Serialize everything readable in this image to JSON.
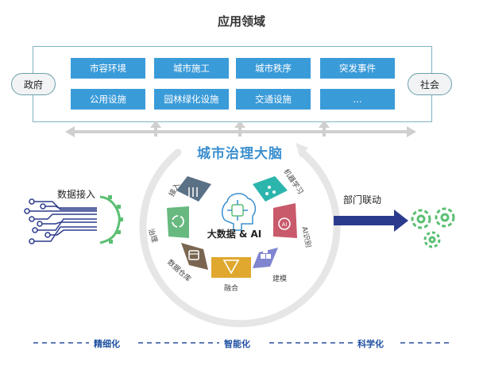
{
  "title": "应用领域",
  "left_pill": "政府",
  "right_pill": "社会",
  "tiles": [
    "市容环境",
    "城市施工",
    "城市秩序",
    "突发事件",
    "公用设施",
    "园林绿化设施",
    "交通设施",
    "..."
  ],
  "core_title": "城市治理大脑",
  "center_label": "大数据 & AI",
  "ring": {
    "intake": "接入",
    "ml": "机器学习",
    "ai_recognition": "AI识别",
    "modeling": "建模",
    "fusion": "融合",
    "warehouse": "数据仓库",
    "governance": "治理"
  },
  "data_input": "数据接入",
  "dept_link": "部门联动",
  "bottom": [
    "精细化",
    "智能化",
    "科学化"
  ],
  "colors": {
    "tile_blue": "#3a9bd9",
    "title_blue": "#3b8fcf",
    "navy": "#1e4fa1",
    "gear_green": "#5bbf73",
    "frame_teal": "#7fb3c4",
    "seg_slate": "#5a7085",
    "seg_teal": "#2cb5ad",
    "seg_rose": "#c95a6b",
    "seg_purple": "#7f85cf",
    "seg_gold": "#e0a82e",
    "seg_brown": "#7a6650",
    "seg_green": "#67b97f"
  },
  "icons": [
    "brain-chip-icon",
    "gear-cluster-icon",
    "circuit-gear-icon",
    "recycle-icon",
    "database-icon",
    "cubes-icon",
    "ai-chip-icon",
    "network-icon",
    "funnel-icon",
    "equalizer-icon"
  ]
}
